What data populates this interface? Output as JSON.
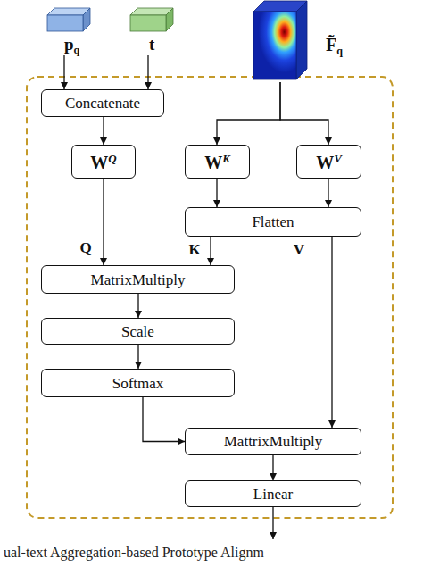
{
  "diagram": {
    "caption": "ual-text Aggregation-based Prototype Alignm",
    "nodes": [
      {
        "text": [
          "pq"
        ]
      },
      {
        "text": [
          "t"
        ]
      },
      {
        "text": [
          "F̃q"
        ]
      },
      {
        "text": [
          "Concatenate"
        ]
      },
      {
        "text": [
          "WQ"
        ]
      },
      {
        "text": [
          "WK"
        ]
      },
      {
        "text": [
          "WV"
        ]
      },
      {
        "text": [
          "Flatten"
        ]
      },
      {
        "text": [
          "MatrixMultiply"
        ]
      },
      {
        "text": [
          "Scale"
        ]
      },
      {
        "text": [
          "Softmax"
        ]
      },
      {
        "text": [
          "MattrixMultiply"
        ]
      },
      {
        "text": [
          "Linear"
        ]
      }
    ],
    "edges": [
      {
        "from": 0,
        "to": 3,
        "arrow": "to"
      },
      {
        "from": 1,
        "to": 3,
        "arrow": "to"
      },
      {
        "from": 3,
        "to": 4,
        "arrow": "to"
      },
      {
        "from": 2,
        "to": 5,
        "arrow": "to"
      },
      {
        "from": 2,
        "to": 6,
        "arrow": "to"
      },
      {
        "from": 5,
        "to": 7,
        "arrow": "to"
      },
      {
        "from": 6,
        "to": 7,
        "arrow": "to"
      },
      {
        "from": 4,
        "to": 8,
        "label": "Q",
        "arrow": "to"
      },
      {
        "from": 7,
        "to": 8,
        "label": "K",
        "arrow": "to"
      },
      {
        "from": 8,
        "to": 9,
        "arrow": "to"
      },
      {
        "from": 9,
        "to": 10,
        "arrow": "to"
      },
      {
        "from": 10,
        "to": 11,
        "arrow": "to"
      },
      {
        "from": 7,
        "to": 11,
        "label": "V",
        "arrow": "to"
      },
      {
        "from": 11,
        "to": 12,
        "arrow": "to"
      }
    ]
  }
}
